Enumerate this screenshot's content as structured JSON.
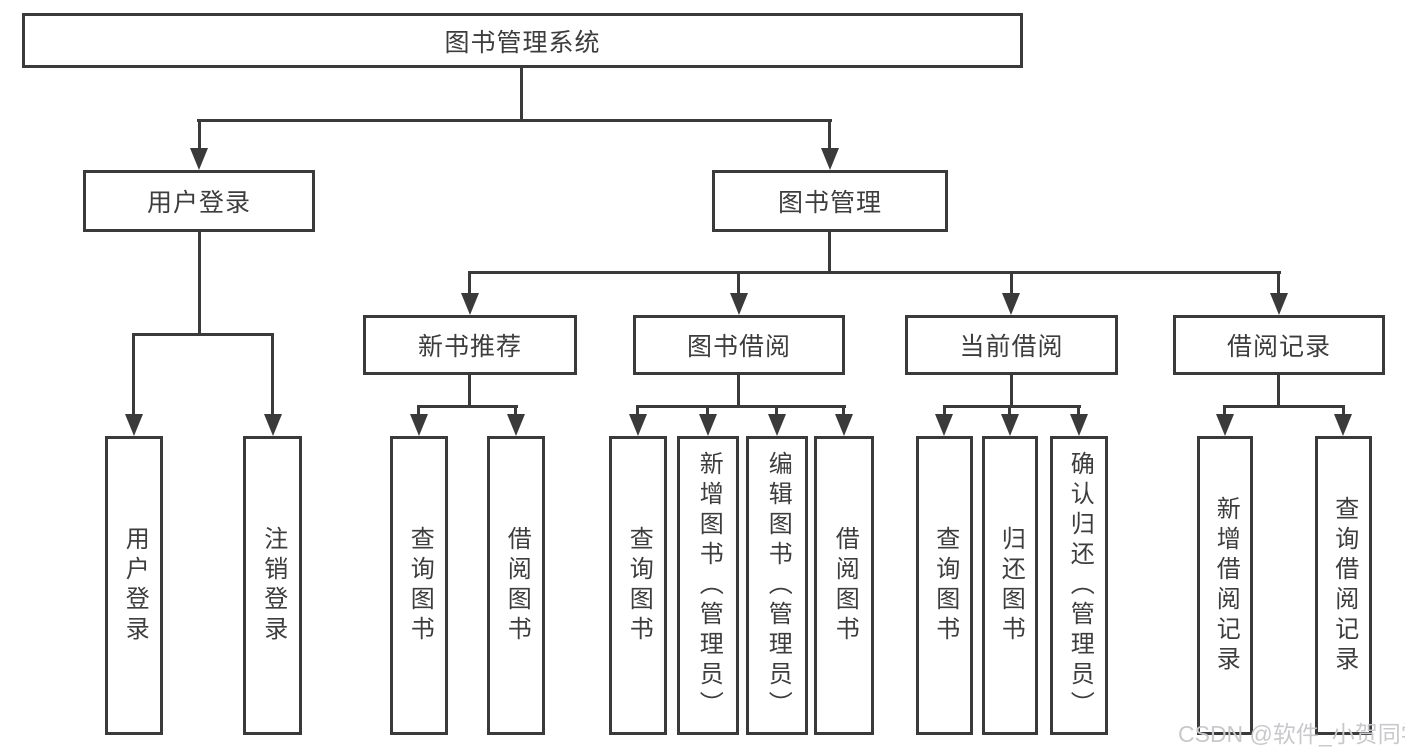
{
  "title_node": "图书管理系统",
  "level2": {
    "user_login": "用户登录",
    "book_management": "图书管理"
  },
  "level3": {
    "new_book_recommend": "新书推荐",
    "book_borrowing": "图书借阅",
    "current_borrowing": "当前借阅",
    "borrowing_records": "借阅记录"
  },
  "leaves": {
    "user_login": "用户登录",
    "logout": "注销登录",
    "nb_query_books": "查询图书",
    "nb_borrow_books": "借阅图书",
    "bb_query_books": "查询图书",
    "bb_add_books": "新增图书（管理员）",
    "bb_edit_books": "编辑图书（管理员）",
    "bb_borrow_books": "借阅图书",
    "cb_query_books": "查询图书",
    "cb_return_books": "归还图书",
    "cb_confirm_return": "确认归还（管理员）",
    "br_add_record": "新增借阅记录",
    "br_query_record": "查询借阅记录"
  },
  "watermark": "CSDN @软件_小贺同学",
  "colors": {
    "line": "#3a3a3a",
    "text": "#3d3d3d",
    "watermark": "#c9c9cd",
    "background": "#ffffff"
  }
}
